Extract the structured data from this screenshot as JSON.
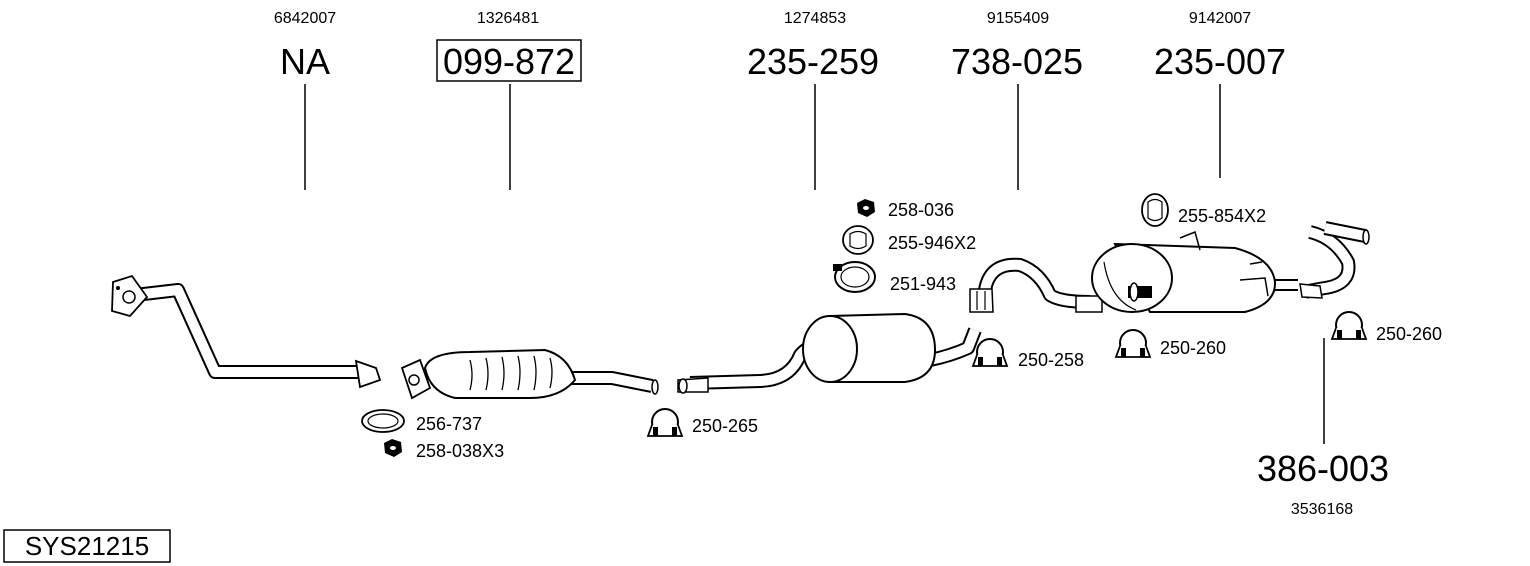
{
  "diagram_code": "SYS21215",
  "main_parts": [
    {
      "oem": "6842007",
      "part": "NA",
      "boxed": false
    },
    {
      "oem": "1326481",
      "part": "099-872",
      "boxed": true
    },
    {
      "oem": "1274853",
      "part": "235-259",
      "boxed": false
    },
    {
      "oem": "9155409",
      "part": "738-025",
      "boxed": false
    },
    {
      "oem": "9142007",
      "part": "235-007",
      "boxed": false
    }
  ],
  "bottom_part": {
    "oem": "3536168",
    "part": "386-003"
  },
  "accessories": [
    {
      "label": "256-737",
      "icon": "gasket-ring-icon"
    },
    {
      "label": "258-038X3",
      "icon": "nut-icon"
    },
    {
      "label": "250-265",
      "icon": "clamp-icon"
    },
    {
      "label": "258-036",
      "icon": "nut-icon"
    },
    {
      "label": "255-946X2",
      "icon": "rubber-hanger-icon"
    },
    {
      "label": "251-943",
      "icon": "clamp-icon"
    },
    {
      "label": "250-258",
      "icon": "clamp-icon"
    },
    {
      "label": "255-854X2",
      "icon": "rubber-hanger-icon"
    },
    {
      "label": "250-260",
      "icon": "clamp-icon"
    },
    {
      "label": "250-260",
      "icon": "clamp-icon"
    }
  ]
}
